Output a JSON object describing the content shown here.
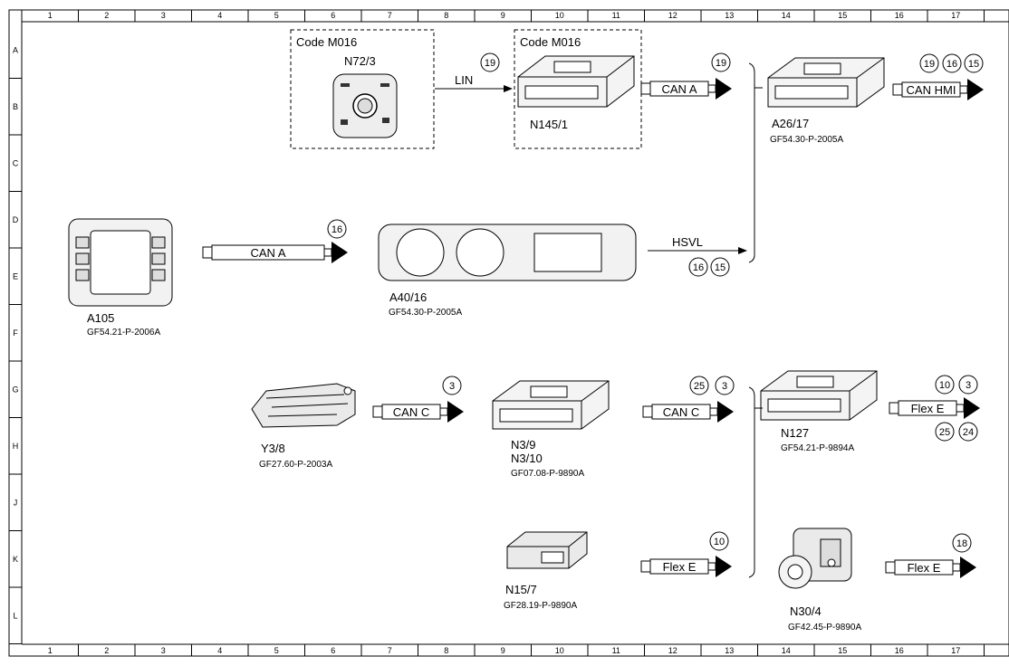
{
  "grid": {
    "columns": [
      "1",
      "2",
      "3",
      "4",
      "5",
      "6",
      "7",
      "8",
      "9",
      "10",
      "11",
      "12",
      "13",
      "14",
      "15",
      "16",
      "17"
    ],
    "rows": [
      "A",
      "B",
      "C",
      "D",
      "E",
      "F",
      "G",
      "H",
      "J",
      "K",
      "L"
    ]
  },
  "code_boxes": [
    {
      "id": "code1",
      "label": "Code M016"
    },
    {
      "id": "code2",
      "label": "Code M016"
    }
  ],
  "components": {
    "n72_3": {
      "label": "N72/3"
    },
    "n145_1": {
      "label": "N145/1"
    },
    "a26_17": {
      "label": "A26/17",
      "ref": "GF54.30-P-2005A"
    },
    "a105": {
      "label": "A105",
      "ref": "GF54.21-P-2006A"
    },
    "a40_16": {
      "label": "A40/16",
      "ref": "GF54.30-P-2005A"
    },
    "y3_8": {
      "label": "Y3/8",
      "ref": "GF27.60-P-2003A"
    },
    "n3_9": {
      "label": "N3/9",
      "label2": "N3/10",
      "ref": "GF07.08-P-9890A"
    },
    "n127": {
      "label": "N127",
      "ref": "GF54.21-P-9894A"
    },
    "n15_7": {
      "label": "N15/7",
      "ref": "GF28.19-P-9890A"
    },
    "n30_4": {
      "label": "N30/4",
      "ref": "GF42.45-P-9890A"
    }
  },
  "connections": {
    "lin": {
      "label": "LIN",
      "badges": [
        "19"
      ]
    },
    "hsvl": {
      "label": "HSVL",
      "badges": [
        "16",
        "15"
      ]
    }
  },
  "bus_arrows": [
    {
      "id": "can-a-top",
      "label": "CAN A",
      "badges": [
        "19"
      ]
    },
    {
      "id": "can-hmi",
      "label": "CAN HMI",
      "badges": [
        "19",
        "16",
        "15"
      ]
    },
    {
      "id": "can-a-mid",
      "label": "CAN A",
      "badges": [
        "16"
      ]
    },
    {
      "id": "can-c-left",
      "label": "CAN C",
      "badges": [
        "3"
      ]
    },
    {
      "id": "can-c-right",
      "label": "CAN C",
      "badges": [
        "25",
        "3"
      ]
    },
    {
      "id": "flex-e-top",
      "label": "Flex E",
      "badges": [
        "10",
        "3",
        "25",
        "24"
      ]
    },
    {
      "id": "flex-e-mid",
      "label": "Flex E",
      "badges": [
        "10"
      ]
    },
    {
      "id": "flex-e-bot",
      "label": "Flex E",
      "badges": [
        "18"
      ]
    }
  ]
}
